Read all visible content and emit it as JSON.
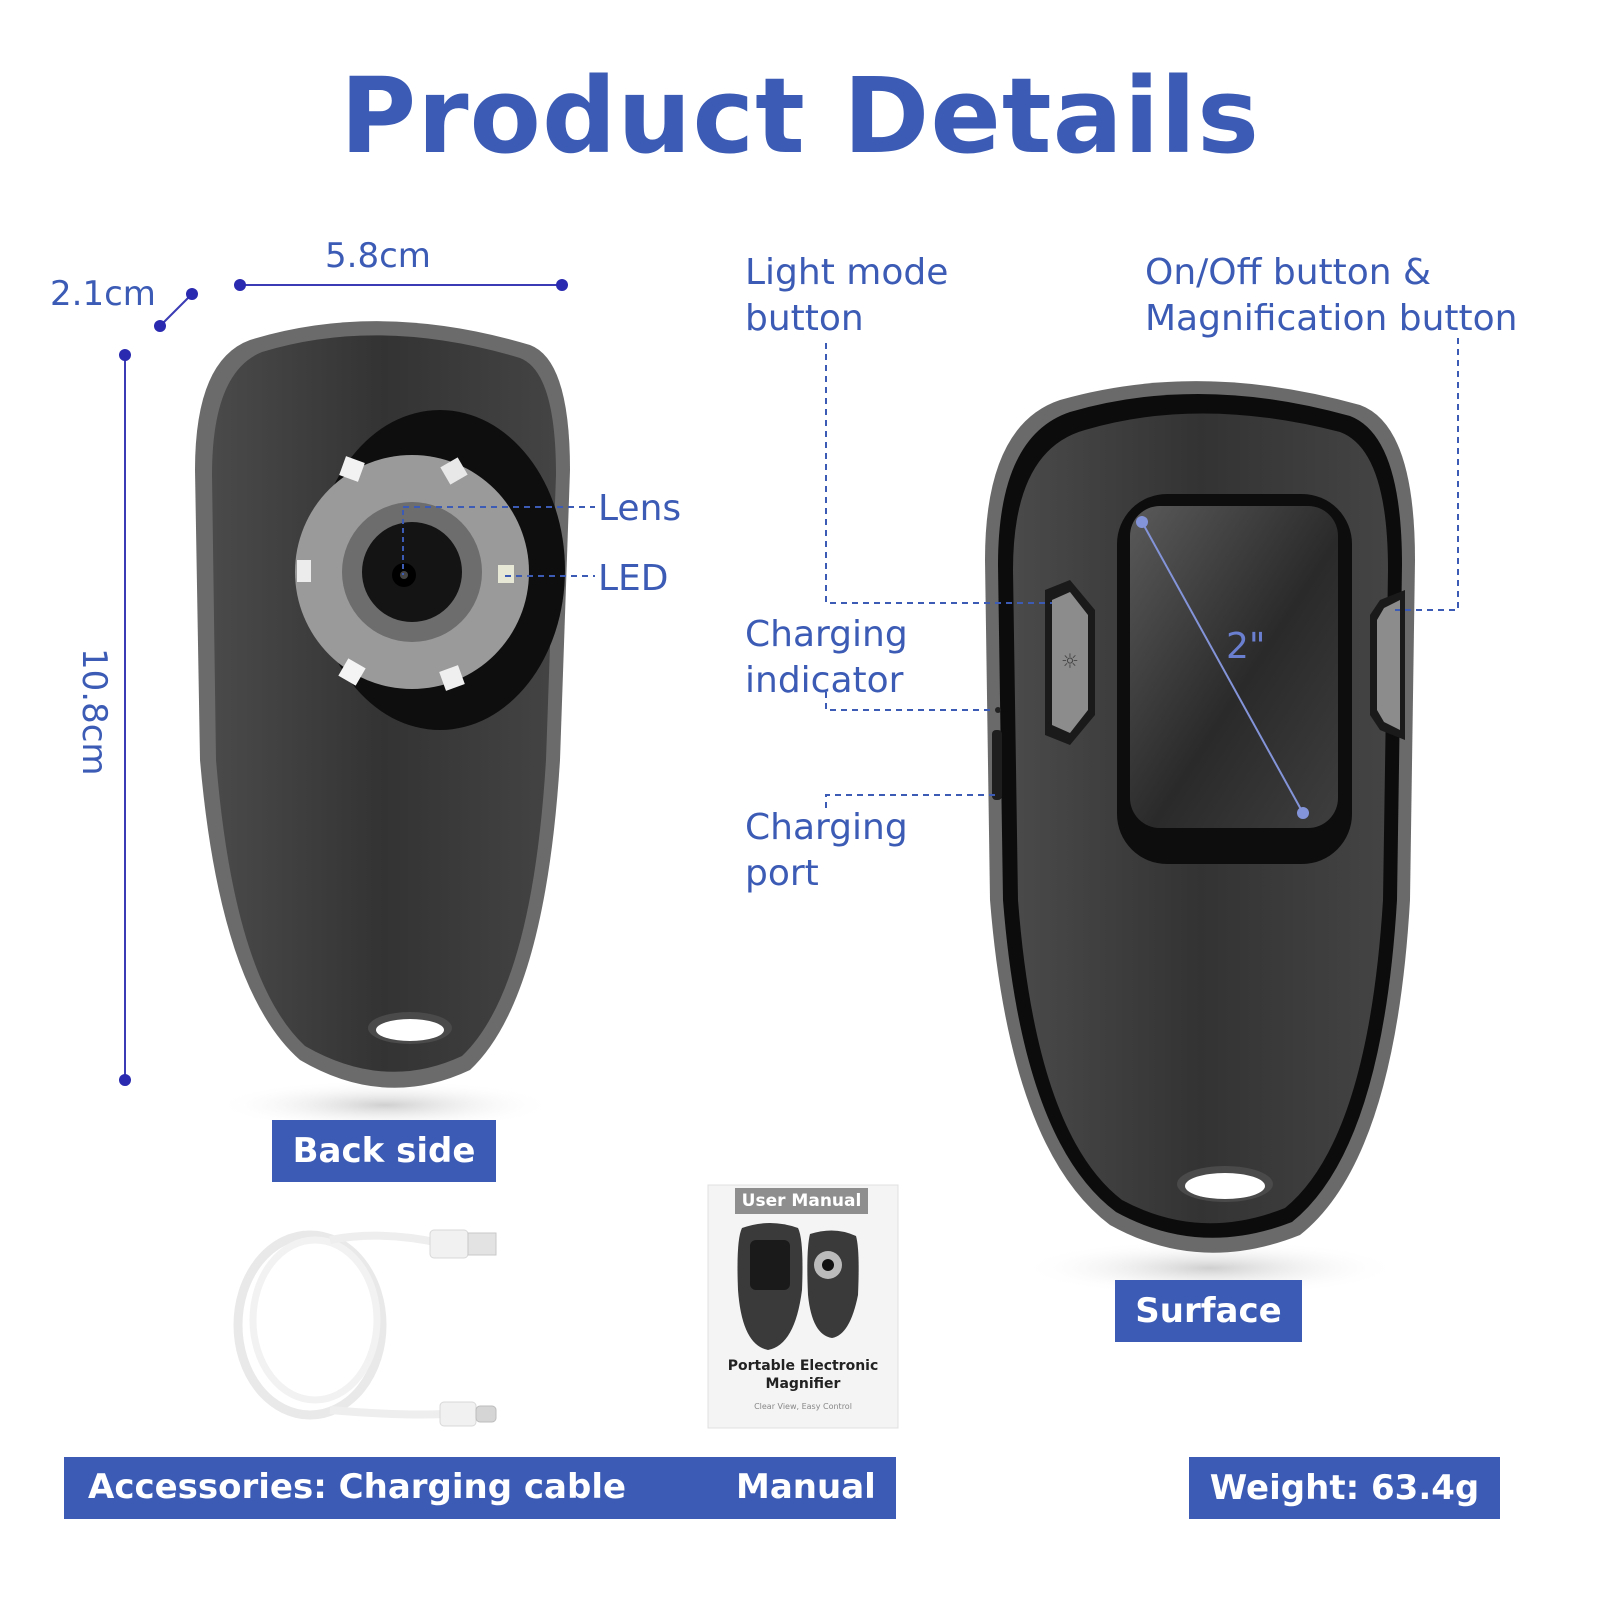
{
  "title": "Product Details",
  "dimensions": {
    "depth": "2.1cm",
    "width": "5.8cm",
    "height": "10.8cm"
  },
  "back_callouts": {
    "lens": "Lens",
    "led": "LED"
  },
  "front_callouts": {
    "light_mode_line1": "Light mode",
    "light_mode_line2": "button",
    "onoff_line1": "On/Off button &",
    "onoff_line2": "Magnification button",
    "charging_indicator_line1": "Charging",
    "charging_indicator_line2": "indicator",
    "charging_port_line1": "Charging",
    "charging_port_line2": "port",
    "screen_size": "2\""
  },
  "labels": {
    "back_side": "Back side",
    "surface": "Surface"
  },
  "manual": {
    "header": "User Manual",
    "product_line1": "Portable Electronic",
    "product_line2": "Magnifier",
    "tagline": "Clear View, Easy Control"
  },
  "footer": {
    "accessories": "Accessories: Charging cable",
    "manual": "Manual",
    "weight": "Weight: 63.4g"
  },
  "colors": {
    "accent": "#3b5bb5",
    "device_body": "#3a3a3a",
    "device_edge": "#6e6e6e"
  }
}
